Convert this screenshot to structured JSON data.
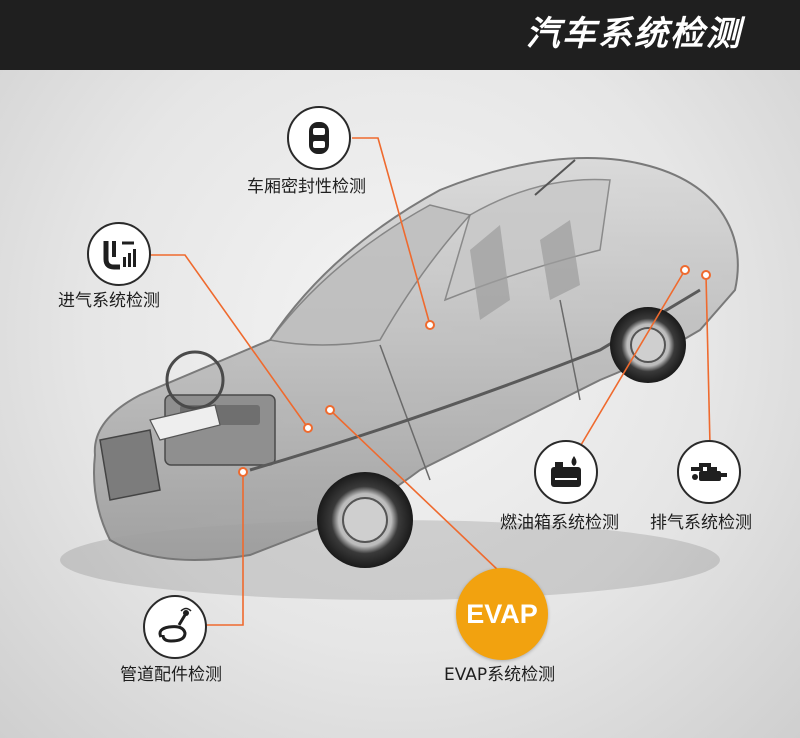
{
  "header": {
    "title": "汽车系统检测"
  },
  "colors": {
    "accent": "#f2a20f",
    "leader_line": "#ef6a2e",
    "header_bg": "#1f1f1f"
  },
  "callouts": [
    {
      "label": "车厢密封性检测",
      "icon": "car-cabin-icon"
    },
    {
      "label": "进气系统检测",
      "icon": "intake-pipe-icon"
    },
    {
      "label": "燃油箱系统检测",
      "icon": "fuel-tank-icon"
    },
    {
      "label": "排气系统检测",
      "icon": "exhaust-pipe-icon"
    },
    {
      "label": "管道配件检测",
      "icon": "hose-icon"
    },
    {
      "label": "EVAP系统检测",
      "icon": "evap-badge"
    }
  ],
  "evap": {
    "badge_text": "EVAP"
  }
}
